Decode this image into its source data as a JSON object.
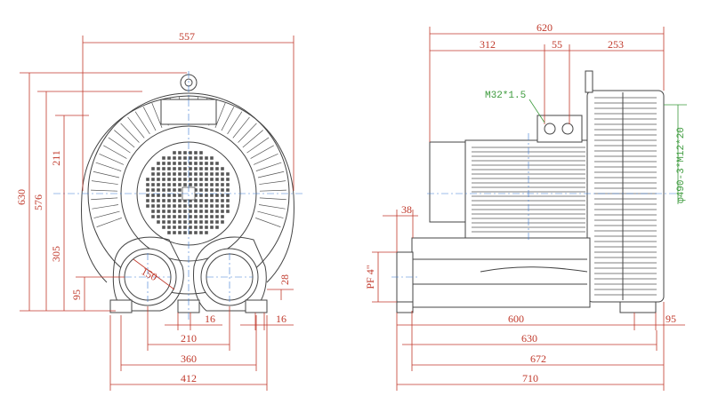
{
  "front_view": {
    "dimensions": {
      "overall_width": "557",
      "height_total": "630",
      "height_576": "576",
      "height_305": "305",
      "height_211": "211",
      "height_95": "95",
      "outlet_dia": "150",
      "flange_28": "28",
      "port_16_left": "16",
      "port_16_right": "16",
      "spacing_210": "210",
      "spacing_360": "360",
      "base_412": "412"
    }
  },
  "side_view": {
    "dimensions": {
      "overall_620": "620",
      "seg_312": "312",
      "seg_55": "55",
      "seg_253": "253",
      "flange_38": "38",
      "pf_thread": "PF 4\"",
      "base_600": "600",
      "base_95": "95",
      "base_630": "630",
      "base_672": "672",
      "base_710": "710"
    },
    "notes": {
      "cable_gland": "M32*1.5",
      "bolt_circle": "φ490-3*M12*20"
    }
  }
}
